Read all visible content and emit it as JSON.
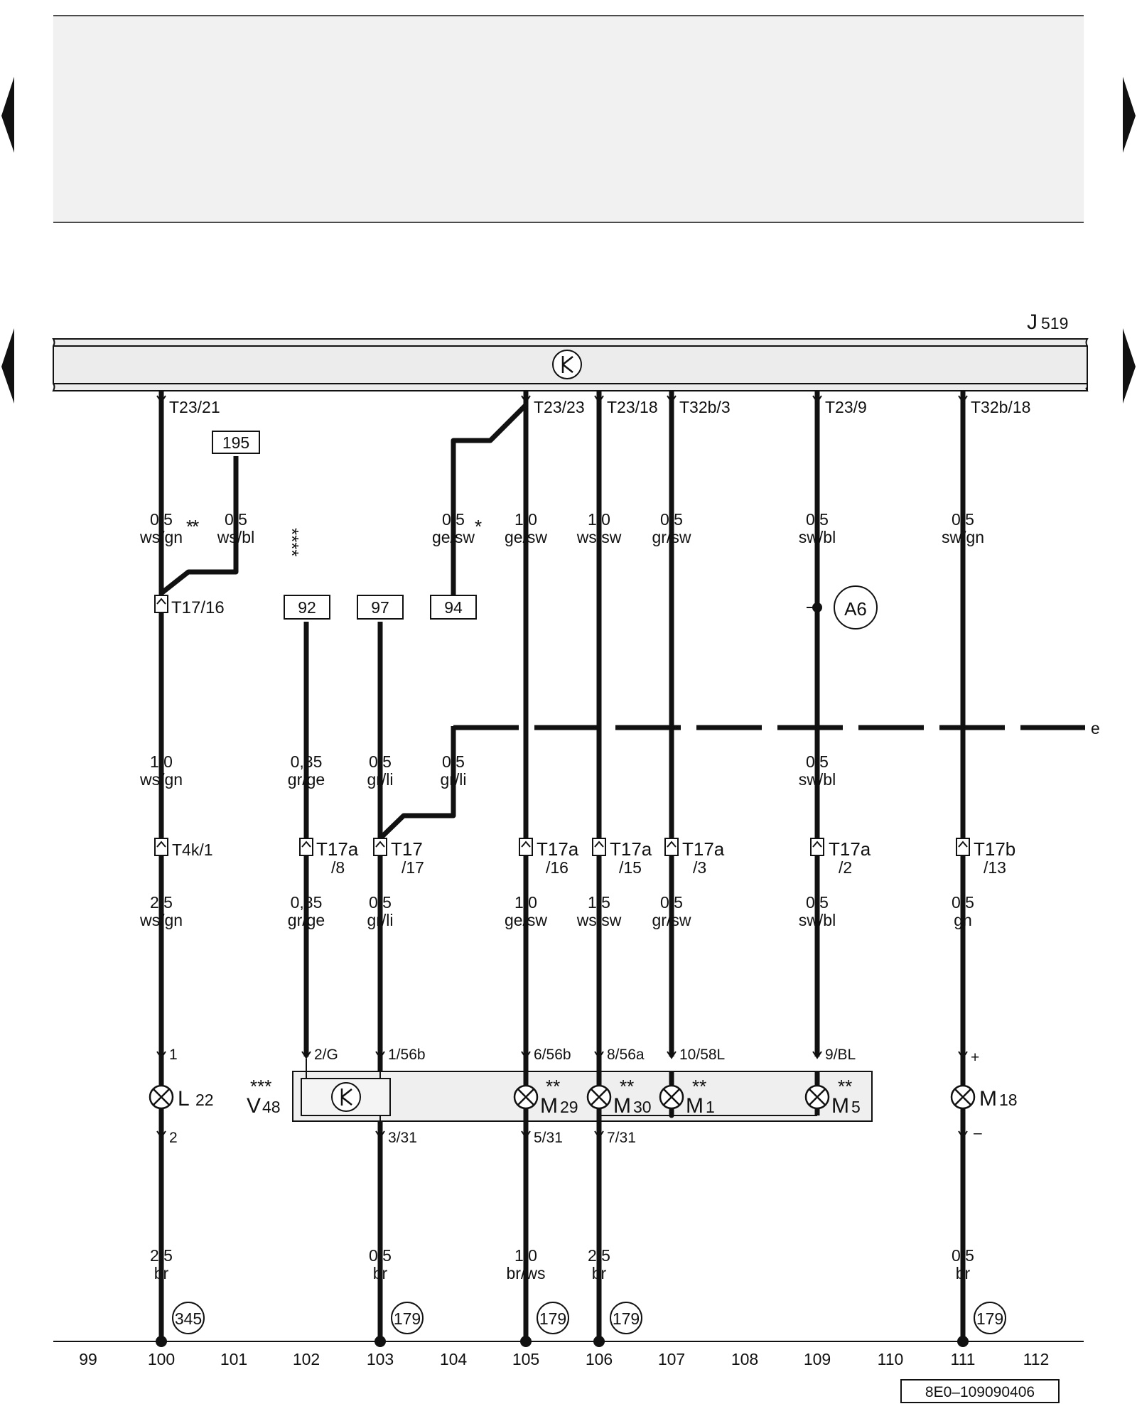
{
  "nav": {
    "prev": "previous-page",
    "next": "next-page"
  },
  "component_j": {
    "letter": "J",
    "number": "519"
  },
  "connectors_top": [
    "T23/21",
    "T23/23",
    "T23/18",
    "T32b/3",
    "T23/9",
    "T32b/18"
  ],
  "wires_top": [
    {
      "gauge": "0,5",
      "color": "ws/gn",
      "mark": "**"
    },
    {
      "gauge": "0,5",
      "color": "ws/bl",
      "mark": "****"
    },
    {
      "gauge": "0,5",
      "color": "ge/sw",
      "mark": "*"
    },
    {
      "gauge": "1,0",
      "color": "ge/sw"
    },
    {
      "gauge": "1,0",
      "color": "ws/sw"
    },
    {
      "gauge": "0,5",
      "color": "gr/sw"
    },
    {
      "gauge": "0,5",
      "color": "sw/bl"
    },
    {
      "gauge": "0,5",
      "color": "sw/gn"
    }
  ],
  "refs": [
    "195",
    "92",
    "97",
    "94"
  ],
  "t17_16": "T17/16",
  "a6": "A6",
  "line_e": "e",
  "wires_mid": [
    {
      "gauge": "1,0",
      "color": "ws/gn"
    },
    {
      "gauge": "0,35",
      "color": "gr/ge"
    },
    {
      "gauge": "0,5",
      "color": "gr/li"
    },
    {
      "gauge": "0,5",
      "color": "gr/li"
    },
    {
      "gauge": "0,5",
      "color": "sw/bl"
    }
  ],
  "connectors_mid": [
    {
      "a": "T4k/1",
      "b": ""
    },
    {
      "a": "T17a",
      "b": "/8"
    },
    {
      "a": "T17",
      "b": "/17"
    },
    {
      "a": "T17a",
      "b": "/16"
    },
    {
      "a": "T17a",
      "b": "/15"
    },
    {
      "a": "T17a",
      "b": "/3"
    },
    {
      "a": "T17a",
      "b": "/2"
    },
    {
      "a": "T17b",
      "b": "/13"
    }
  ],
  "wires_low": [
    {
      "gauge": "2,5",
      "color": "ws/gn"
    },
    {
      "gauge": "0,35",
      "color": "gr/ge"
    },
    {
      "gauge": "0,5",
      "color": "gr/li"
    },
    {
      "gauge": "1,0",
      "color": "ge/sw"
    },
    {
      "gauge": "1,5",
      "color": "ws/sw"
    },
    {
      "gauge": "0,5",
      "color": "gr/sw"
    },
    {
      "gauge": "0,5",
      "color": "sw/bl"
    },
    {
      "gauge": "0,5",
      "color": "gn"
    }
  ],
  "pins_top": [
    "1",
    "2/G",
    "1/56b",
    "6/56b",
    "8/56a",
    "10/58L",
    "9/BL",
    "+"
  ],
  "components": [
    {
      "letter": "L",
      "number": "22",
      "mark": ""
    },
    {
      "letter": "V",
      "number": "48",
      "mark": "***"
    },
    {
      "letter": "M",
      "number": "29",
      "mark": "**"
    },
    {
      "letter": "M",
      "number": "30",
      "mark": "**"
    },
    {
      "letter": "M",
      "number": "1",
      "mark": "**"
    },
    {
      "letter": "M",
      "number": "5",
      "mark": "**"
    },
    {
      "letter": "M",
      "number": "18",
      "mark": ""
    }
  ],
  "pins_bottom": [
    "2",
    "3/31",
    "5/31",
    "7/31",
    "–"
  ],
  "wires_bottom": [
    {
      "gauge": "2,5",
      "color": "br"
    },
    {
      "gauge": "0,5",
      "color": "br"
    },
    {
      "gauge": "1,0",
      "color": "br/ws"
    },
    {
      "gauge": "2,5",
      "color": "br"
    },
    {
      "gauge": "0,5",
      "color": "br"
    }
  ],
  "grounds": [
    "345",
    "179",
    "179",
    "179",
    "179"
  ],
  "scale": [
    "99",
    "100",
    "101",
    "102",
    "103",
    "104",
    "105",
    "106",
    "107",
    "108",
    "109",
    "110",
    "111",
    "112"
  ],
  "doc_id": "8E0–109090406"
}
